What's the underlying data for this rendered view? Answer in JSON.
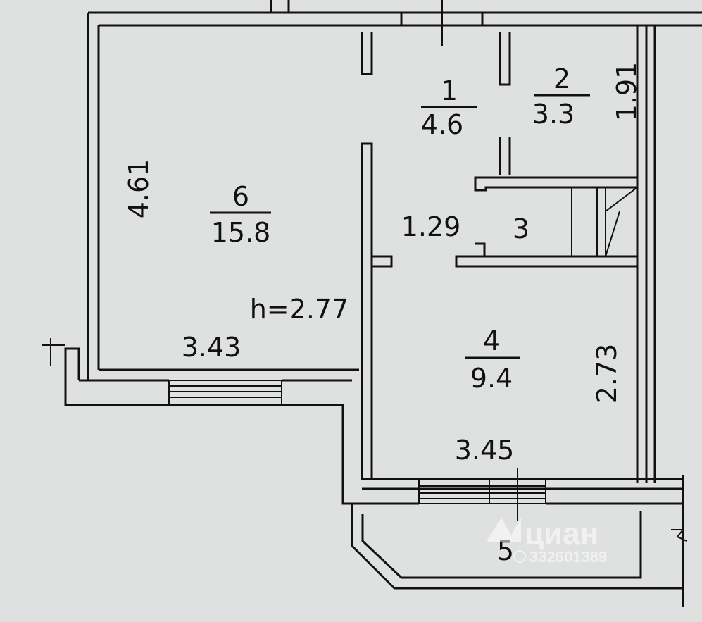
{
  "rooms": [
    {
      "number": "1",
      "area": "4.6"
    },
    {
      "number": "2",
      "area": "3.3"
    },
    {
      "number": "3"
    },
    {
      "number": "4",
      "area": "9.4"
    },
    {
      "number": "5"
    },
    {
      "number": "6",
      "area": "15.8"
    }
  ],
  "dimensions": [
    "4.61",
    "3.43",
    "1.29",
    "1.91",
    "2.73",
    "3.45"
  ],
  "ceiling_height": "h=2.77",
  "watermark": {
    "brand": "циан",
    "id": "332601389"
  }
}
